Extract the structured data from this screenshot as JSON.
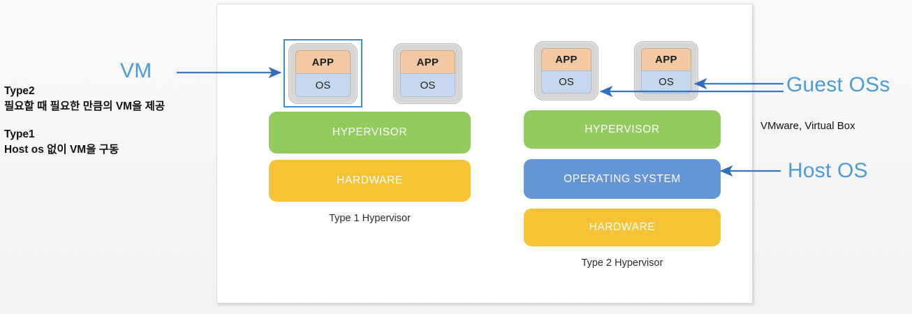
{
  "figure": {
    "type": "diagram",
    "subject": "Type 1 vs Type 2 Hypervisor architecture",
    "colors": {
      "hypervisor": "#92cc5f",
      "hardware": "#f7c336",
      "operating_system": "#6496d7",
      "app_box": "#f3c9a4",
      "os_box": "#c5d8ef",
      "vm_shell": "#d6d6d6",
      "callout_blue": "#4a9bd6",
      "highlight_blue": "#3e91d1",
      "panel_background": "#ffffff",
      "page_background": "#f7f7f8"
    },
    "stacks": [
      {
        "id": "type1",
        "caption": "Type 1 Hypervisor",
        "vms": [
          {
            "app": "APP",
            "os": "OS",
            "highlighted": true
          },
          {
            "app": "APP",
            "os": "OS",
            "highlighted": false
          }
        ],
        "layers": [
          {
            "label": "HYPERVISOR",
            "color_role": "hypervisor"
          },
          {
            "label": "HARDWARE",
            "color_role": "hardware"
          }
        ]
      },
      {
        "id": "type2",
        "caption": "Type 2 Hypervisor",
        "vms": [
          {
            "app": "APP",
            "os": "OS",
            "highlighted": false
          },
          {
            "app": "APP",
            "os": "OS",
            "highlighted": false
          }
        ],
        "layers": [
          {
            "label": "HYPERVISOR",
            "color_role": "hypervisor"
          },
          {
            "label": "OPERATING SYSTEM",
            "color_role": "operating_system"
          },
          {
            "label": "HARDWARE",
            "color_role": "hardware"
          }
        ]
      }
    ]
  },
  "callouts": {
    "vm": "VM",
    "guest_os": "Guest OSs",
    "host_os": "Host OS"
  },
  "notes": {
    "left": [
      {
        "title": "Type2",
        "body": "필요할 때 필요한 만큼의 VM을 제공"
      },
      {
        "title": "Type1",
        "body": "Host os 없이 VM을 구동"
      }
    ],
    "vendors": "VMware, Virtual Box"
  }
}
